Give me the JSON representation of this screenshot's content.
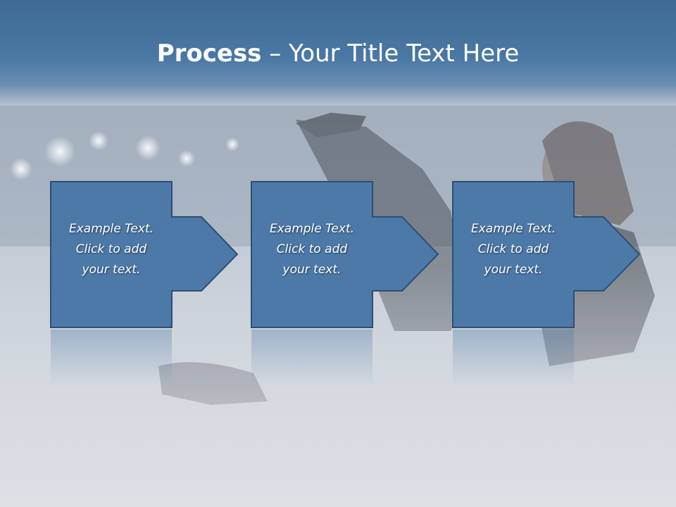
{
  "slide": {
    "title_bold": "Process",
    "title_rest": " – Your Title Text Here"
  },
  "steps": [
    {
      "line1": "Example Text.",
      "line2": "Click  to add",
      "line3": "your text."
    },
    {
      "line1": "Example Text.",
      "line2": "Click  to add",
      "line3": "your text."
    },
    {
      "line1": "Example Text.",
      "line2": "Click  to add",
      "line3": "your text."
    }
  ],
  "colors": {
    "box_fill": "#4c79a8",
    "box_stroke": "#2d4f74",
    "title_bar": "#4a78a4"
  }
}
